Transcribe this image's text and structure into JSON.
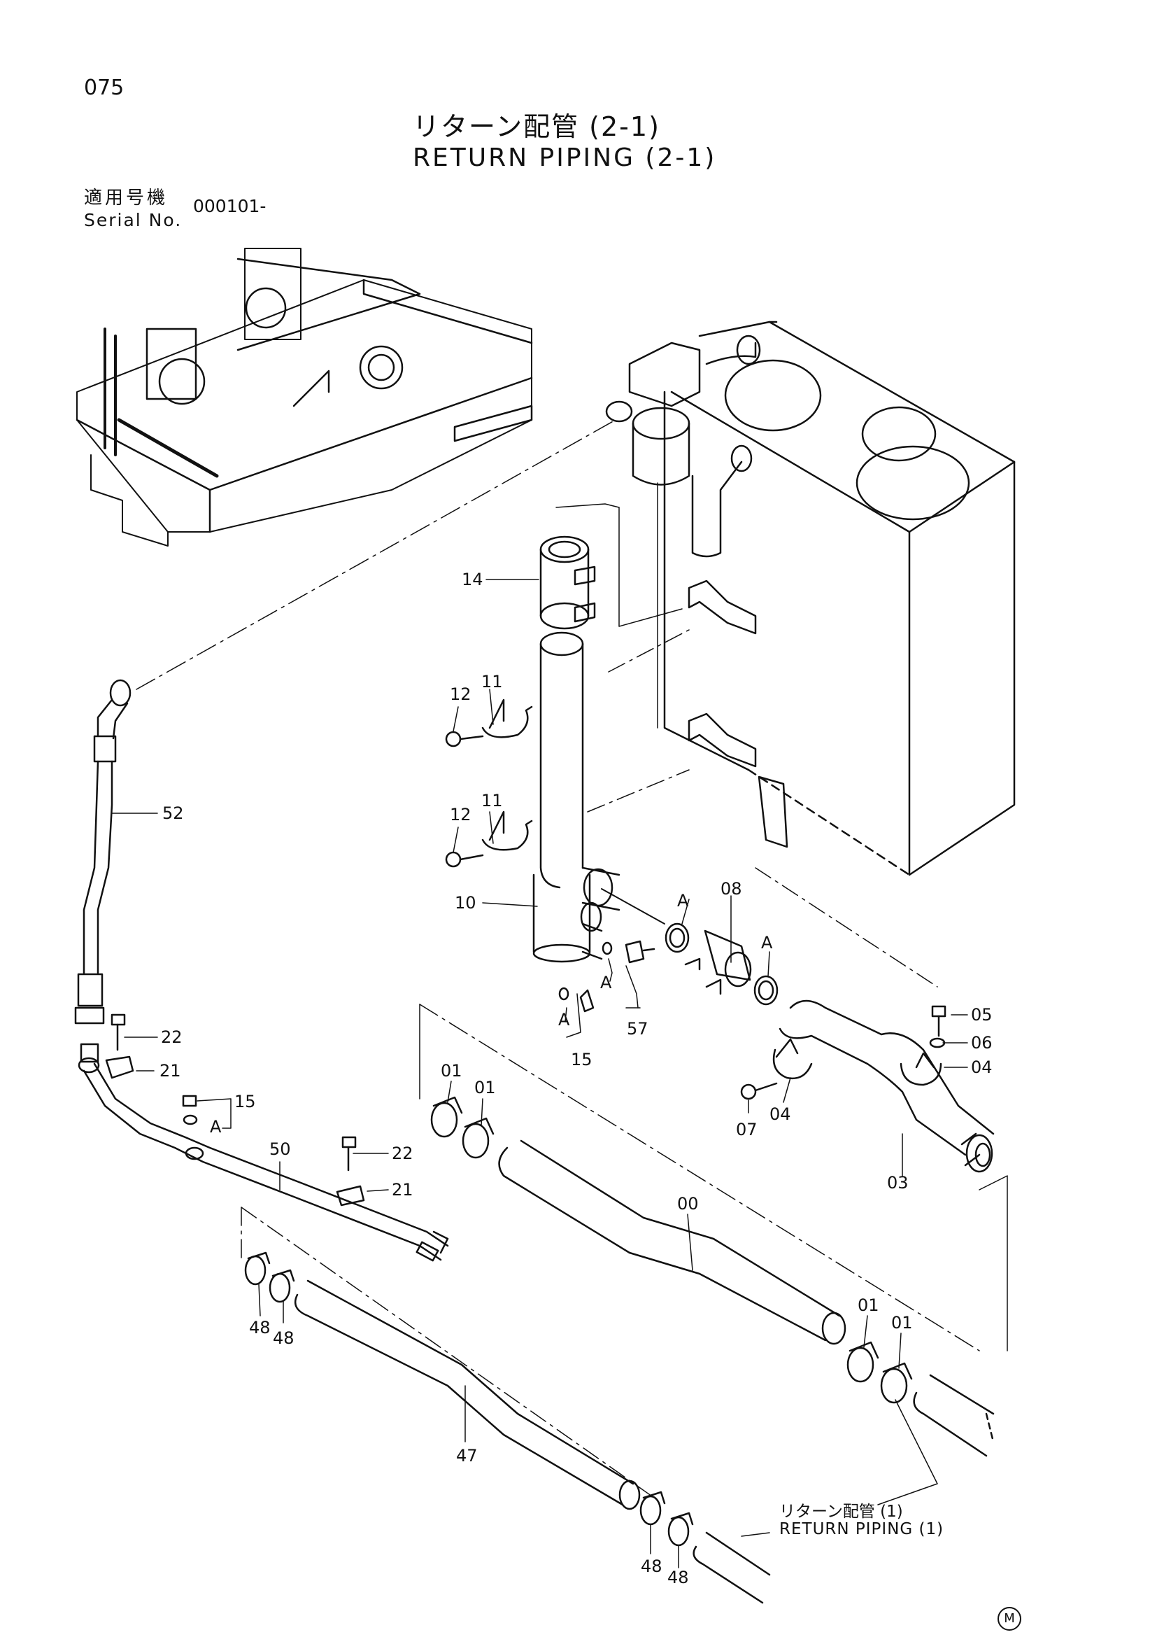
{
  "page": {
    "number": "075"
  },
  "title": {
    "jp": "リターン配管 (2-1)",
    "en": "RETURN PIPING (2-1)"
  },
  "serial": {
    "label_jp": "適用号機",
    "label_en": "Serial No.",
    "value": "000101-"
  },
  "reference": {
    "jp": "リターン配管 (1)",
    "en": "RETURN PIPING (1)"
  },
  "maker_mark": "M",
  "part_labels": [
    {
      "id": "p14",
      "text": "14"
    },
    {
      "id": "p12a",
      "text": "12"
    },
    {
      "id": "p11a",
      "text": "11"
    },
    {
      "id": "p12b",
      "text": "12"
    },
    {
      "id": "p11b",
      "text": "11"
    },
    {
      "id": "p52",
      "text": "52"
    },
    {
      "id": "p10",
      "text": "10"
    },
    {
      "id": "pA1",
      "text": "A"
    },
    {
      "id": "p08",
      "text": "08"
    },
    {
      "id": "pA2",
      "text": "A"
    },
    {
      "id": "pA3",
      "text": "A"
    },
    {
      "id": "pA4",
      "text": "A"
    },
    {
      "id": "p57",
      "text": "57"
    },
    {
      "id": "p15a",
      "text": "15"
    },
    {
      "id": "p05",
      "text": "05"
    },
    {
      "id": "p06",
      "text": "06"
    },
    {
      "id": "p04a",
      "text": "04"
    },
    {
      "id": "p04b",
      "text": "04"
    },
    {
      "id": "p07",
      "text": "07"
    },
    {
      "id": "p03",
      "text": "03"
    },
    {
      "id": "p22a",
      "text": "22"
    },
    {
      "id": "p21a",
      "text": "21"
    },
    {
      "id": "p15b",
      "text": "15"
    },
    {
      "id": "pA5",
      "text": "A"
    },
    {
      "id": "p50",
      "text": "50"
    },
    {
      "id": "p22b",
      "text": "22"
    },
    {
      "id": "p21b",
      "text": "21"
    },
    {
      "id": "p01a",
      "text": "01"
    },
    {
      "id": "p01b",
      "text": "01"
    },
    {
      "id": "p00",
      "text": "00"
    },
    {
      "id": "p01c",
      "text": "01"
    },
    {
      "id": "p01d",
      "text": "01"
    },
    {
      "id": "p48a",
      "text": "48"
    },
    {
      "id": "p48b",
      "text": "48"
    },
    {
      "id": "p47",
      "text": "47"
    },
    {
      "id": "p48c",
      "text": "48"
    },
    {
      "id": "p48d",
      "text": "48"
    }
  ]
}
